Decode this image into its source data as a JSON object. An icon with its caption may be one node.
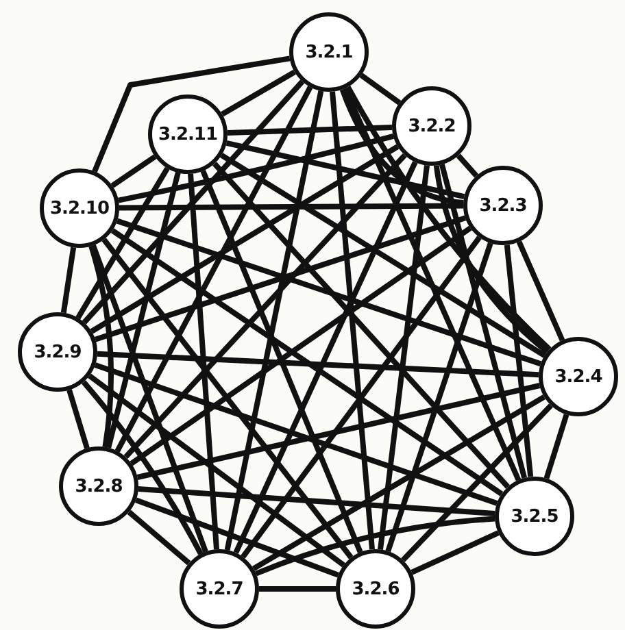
{
  "diagram": {
    "nodes": [
      {
        "text": [
          "3.2.1"
        ]
      },
      {
        "text": [
          "3.2.2"
        ]
      },
      {
        "text": [
          "3.2.3"
        ]
      },
      {
        "text": [
          "3.2.4"
        ]
      },
      {
        "text": [
          "3.2.5"
        ]
      },
      {
        "text": [
          "3.2.6"
        ]
      },
      {
        "text": [
          "3.2.7"
        ]
      },
      {
        "text": [
          "3.2.8"
        ]
      },
      {
        "text": [
          "3.2.9"
        ]
      },
      {
        "text": [
          "3.2.10"
        ]
      },
      {
        "text": [
          "3.2.11"
        ]
      }
    ],
    "edges": [
      {
        "from": 0,
        "to": 1,
        "arrow": "none"
      },
      {
        "from": 1,
        "to": 2,
        "arrow": "none"
      },
      {
        "from": 2,
        "to": 3,
        "arrow": "none"
      },
      {
        "from": 3,
        "to": 4,
        "arrow": "none"
      },
      {
        "from": 4,
        "to": 5,
        "arrow": "none"
      },
      {
        "from": 5,
        "to": 6,
        "arrow": "none"
      },
      {
        "from": 6,
        "to": 7,
        "arrow": "none"
      },
      {
        "from": 7,
        "to": 8,
        "arrow": "none"
      },
      {
        "from": 8,
        "to": 9,
        "arrow": "none"
      },
      {
        "from": 9,
        "to": 10,
        "arrow": "none"
      },
      {
        "from": 10,
        "to": 0,
        "arrow": "none"
      },
      {
        "from": 0,
        "to": 9,
        "arrow": "none"
      },
      {
        "from": 0,
        "to": 2,
        "arrow": "none"
      },
      {
        "from": 0,
        "to": 3,
        "arrow": "none"
      },
      {
        "from": 0,
        "to": 4,
        "arrow": "none"
      },
      {
        "from": 0,
        "to": 5,
        "arrow": "none"
      },
      {
        "from": 0,
        "to": 6,
        "arrow": "none"
      },
      {
        "from": 0,
        "to": 7,
        "arrow": "none"
      },
      {
        "from": 0,
        "to": 8,
        "arrow": "none"
      },
      {
        "from": 1,
        "to": 3,
        "arrow": "none"
      },
      {
        "from": 1,
        "to": 4,
        "arrow": "none"
      },
      {
        "from": 1,
        "to": 5,
        "arrow": "none"
      },
      {
        "from": 1,
        "to": 6,
        "arrow": "none"
      },
      {
        "from": 1,
        "to": 7,
        "arrow": "none"
      },
      {
        "from": 1,
        "to": 8,
        "arrow": "none"
      },
      {
        "from": 1,
        "to": 9,
        "arrow": "none"
      },
      {
        "from": 1,
        "to": 10,
        "arrow": "none"
      },
      {
        "from": 2,
        "to": 4,
        "arrow": "none"
      },
      {
        "from": 2,
        "to": 5,
        "arrow": "none"
      },
      {
        "from": 2,
        "to": 6,
        "arrow": "none"
      },
      {
        "from": 2,
        "to": 7,
        "arrow": "none"
      },
      {
        "from": 2,
        "to": 8,
        "arrow": "none"
      },
      {
        "from": 2,
        "to": 9,
        "arrow": "none"
      },
      {
        "from": 2,
        "to": 10,
        "arrow": "none"
      },
      {
        "from": 3,
        "to": 5,
        "arrow": "none"
      },
      {
        "from": 3,
        "to": 6,
        "arrow": "none"
      },
      {
        "from": 3,
        "to": 7,
        "arrow": "none"
      },
      {
        "from": 3,
        "to": 8,
        "arrow": "none"
      },
      {
        "from": 3,
        "to": 9,
        "arrow": "none"
      },
      {
        "from": 3,
        "to": 10,
        "arrow": "none"
      },
      {
        "from": 4,
        "to": 6,
        "arrow": "none"
      },
      {
        "from": 4,
        "to": 7,
        "arrow": "none"
      },
      {
        "from": 4,
        "to": 8,
        "arrow": "none"
      },
      {
        "from": 4,
        "to": 9,
        "arrow": "none"
      },
      {
        "from": 4,
        "to": 10,
        "arrow": "none"
      },
      {
        "from": 5,
        "to": 7,
        "arrow": "none"
      },
      {
        "from": 5,
        "to": 8,
        "arrow": "none"
      },
      {
        "from": 5,
        "to": 9,
        "arrow": "none"
      },
      {
        "from": 5,
        "to": 10,
        "arrow": "none"
      },
      {
        "from": 6,
        "to": 8,
        "arrow": "none"
      },
      {
        "from": 6,
        "to": 9,
        "arrow": "none"
      },
      {
        "from": 6,
        "to": 10,
        "arrow": "none"
      },
      {
        "from": 7,
        "to": 9,
        "arrow": "none"
      },
      {
        "from": 7,
        "to": 10,
        "arrow": "none"
      },
      {
        "from": 8,
        "to": 10,
        "arrow": "none"
      }
    ]
  }
}
